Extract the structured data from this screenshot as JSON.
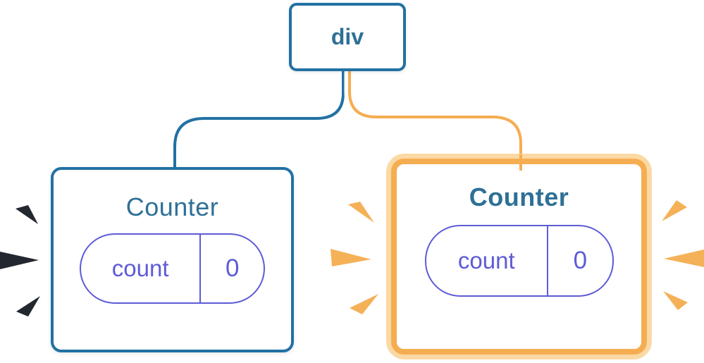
{
  "diagram": {
    "root_node": {
      "label": "div"
    },
    "left_counter": {
      "title": "Counter",
      "state_label": "count",
      "state_value": "0",
      "highlighted": false
    },
    "right_counter": {
      "title": "Counter",
      "state_label": "count",
      "state_value": "0",
      "highlighted": true
    }
  },
  "colors": {
    "blue-border": "#2271A3",
    "blue-text": "#2E7096",
    "purple": "#5E5BD7",
    "orange": "#F5AD52",
    "peach": "#FBD9A4",
    "casing": "#FFFFFF",
    "sparkle-dark": "#23272F",
    "sparkle-orange": "#F5B157"
  }
}
